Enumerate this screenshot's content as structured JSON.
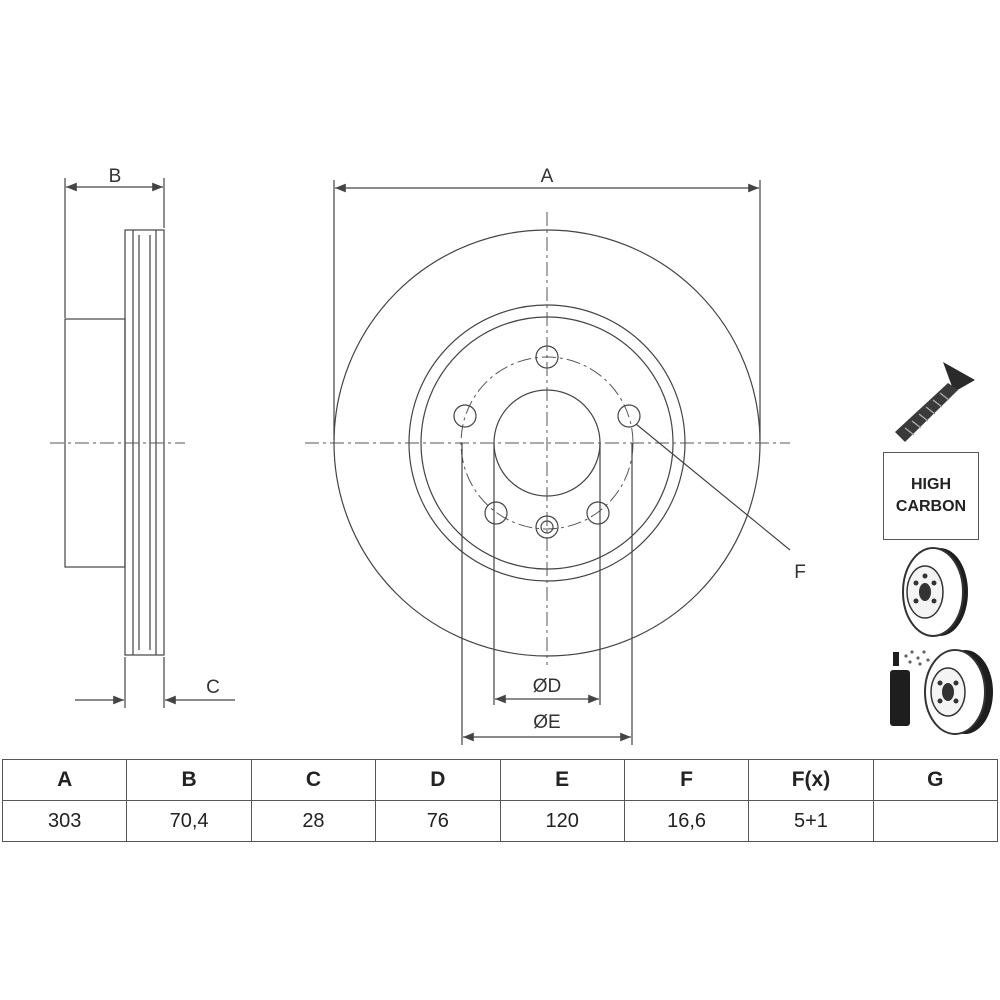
{
  "drawing": {
    "side_view_label_b": "B",
    "side_view_label_c": "C",
    "front_view_label_a": "A",
    "front_view_label_f": "F",
    "front_view_label_d": "ØD",
    "front_view_label_e": "ØE"
  },
  "icons": {
    "screw": "screw-icon",
    "badge_line1": "HIGH",
    "badge_line2": "CARBON",
    "disc_coated": "coated-disc-icon",
    "disc_spray": "spray-disc-icon"
  },
  "table": {
    "headers": [
      "A",
      "B",
      "C",
      "D",
      "E",
      "F",
      "F(x)",
      "G"
    ],
    "values": [
      "303",
      "70,4",
      "28",
      "76",
      "120",
      "16,6",
      "5+1",
      ""
    ]
  }
}
